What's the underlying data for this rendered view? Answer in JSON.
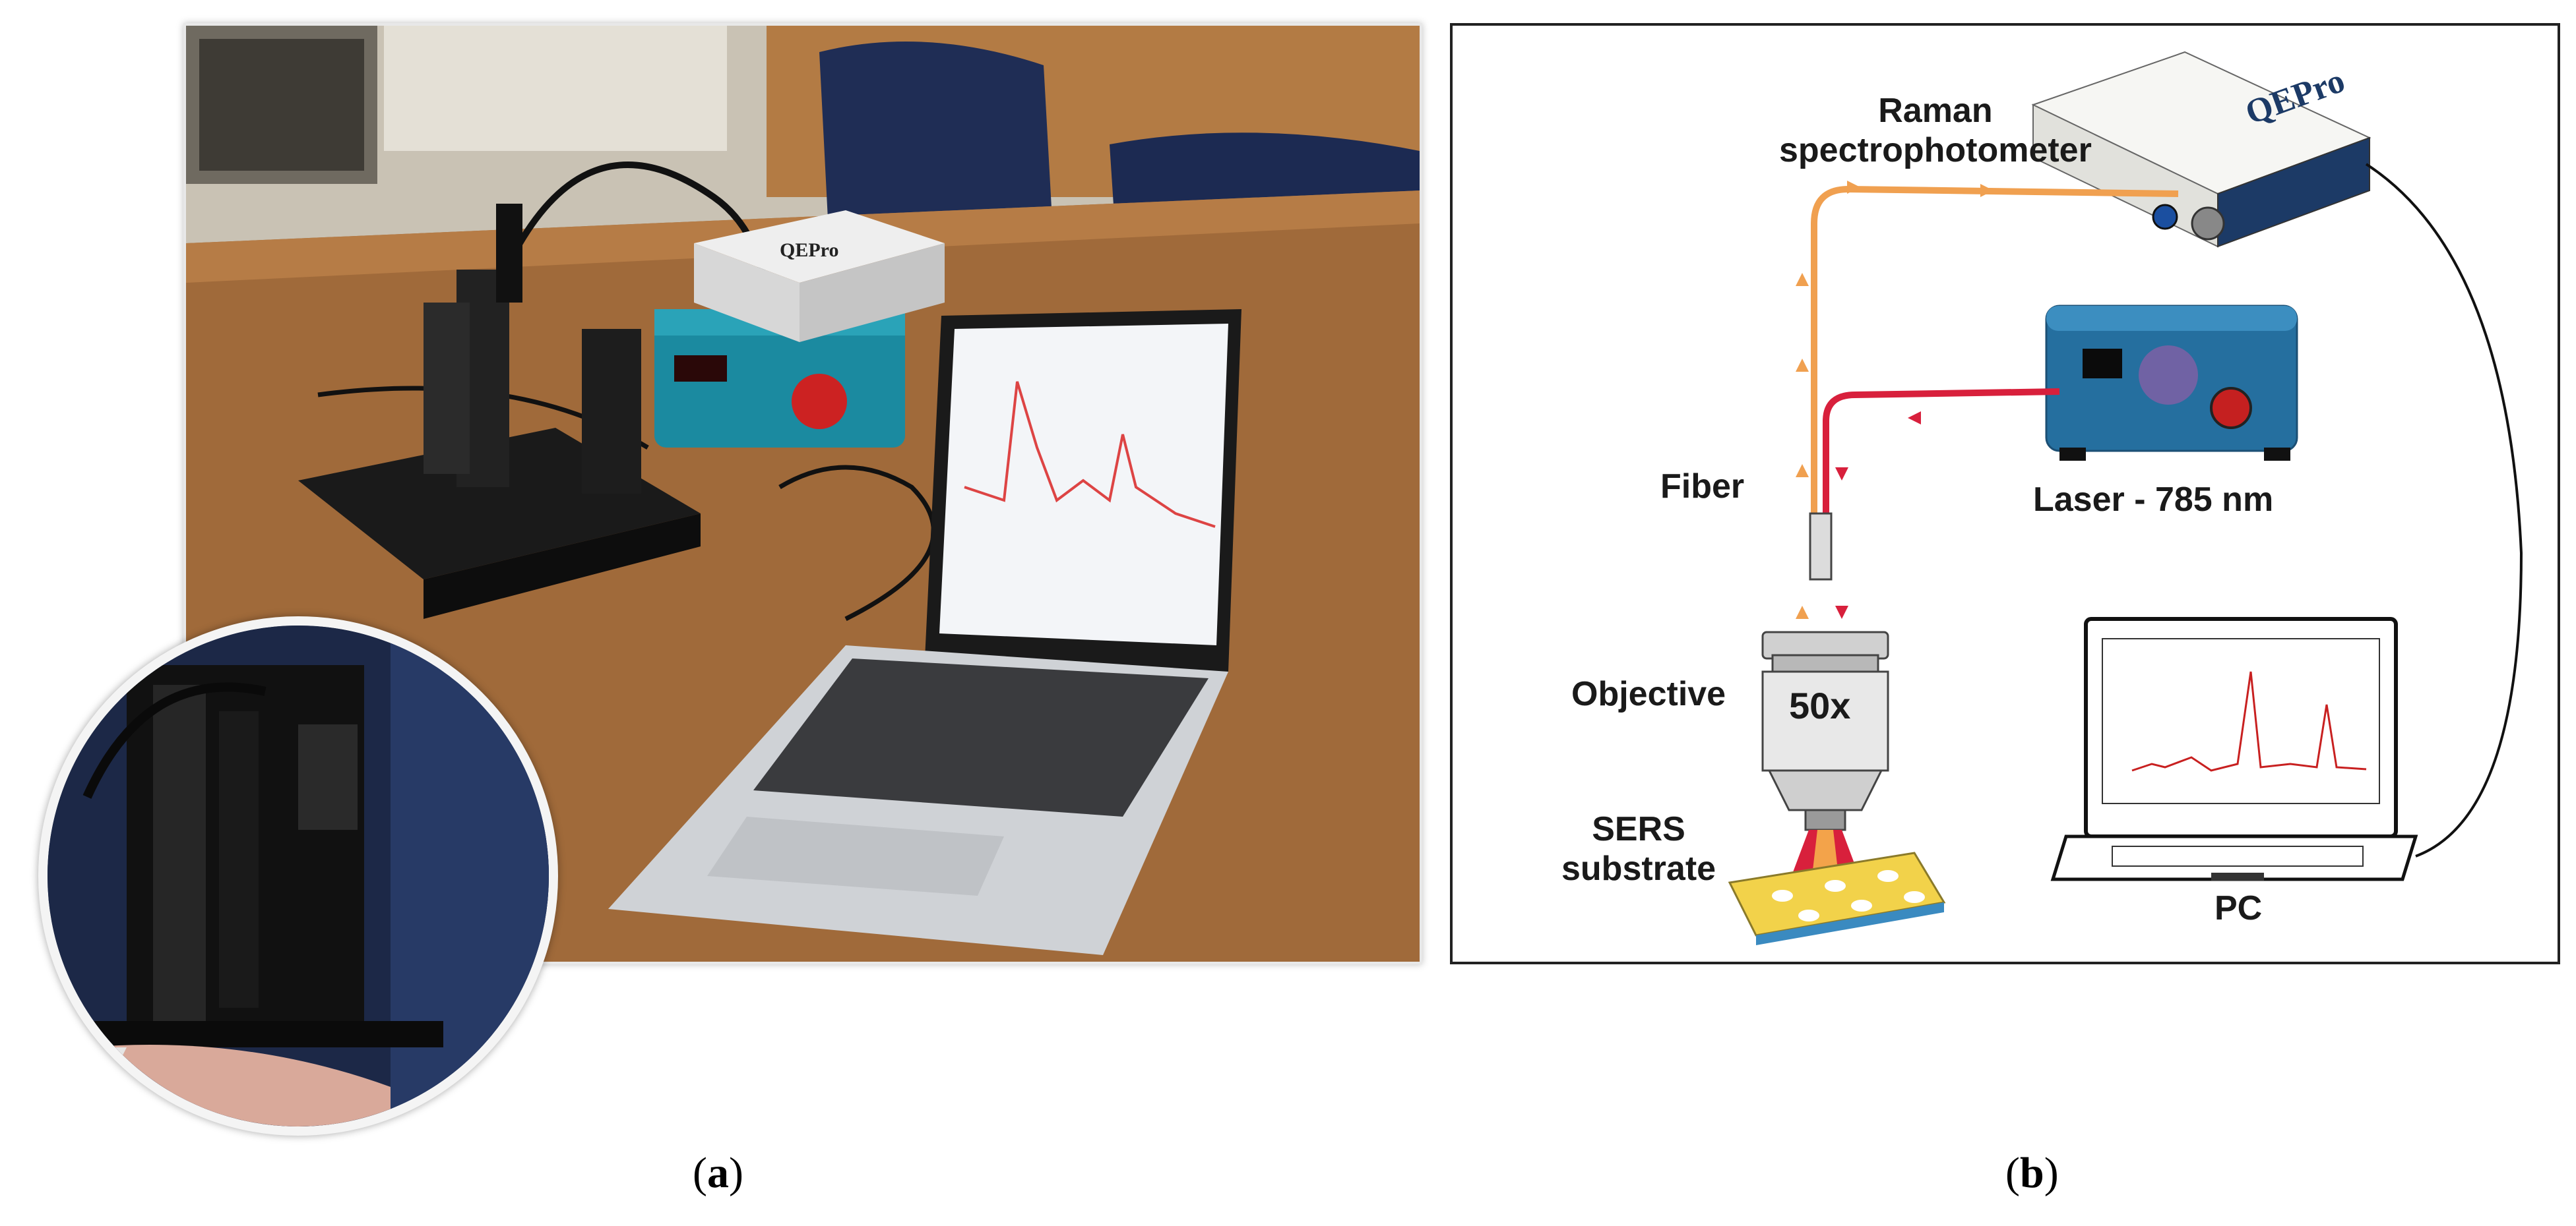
{
  "panels": {
    "a": {
      "prefix": "(",
      "letter": "a",
      "suffix": ")"
    },
    "b": {
      "prefix": "(",
      "letter": "b",
      "suffix": ")"
    }
  },
  "photo": {
    "spectrometer_logo": "QEPro"
  },
  "diagram": {
    "labels": {
      "raman_line1": "Raman",
      "raman_line2": "spectrophotometer",
      "fiber": "Fiber",
      "laser": "Laser - 785 nm",
      "objective": "Objective",
      "magnification": "50x",
      "sers_line1": "SERS",
      "sers_line2": "substrate",
      "pc": "PC"
    },
    "spectrometer_logo": "QEPro"
  },
  "colors": {
    "collection_fiber": "#f0a050",
    "excitation_fiber": "#d8203c",
    "substrate": "#f2d24a"
  }
}
